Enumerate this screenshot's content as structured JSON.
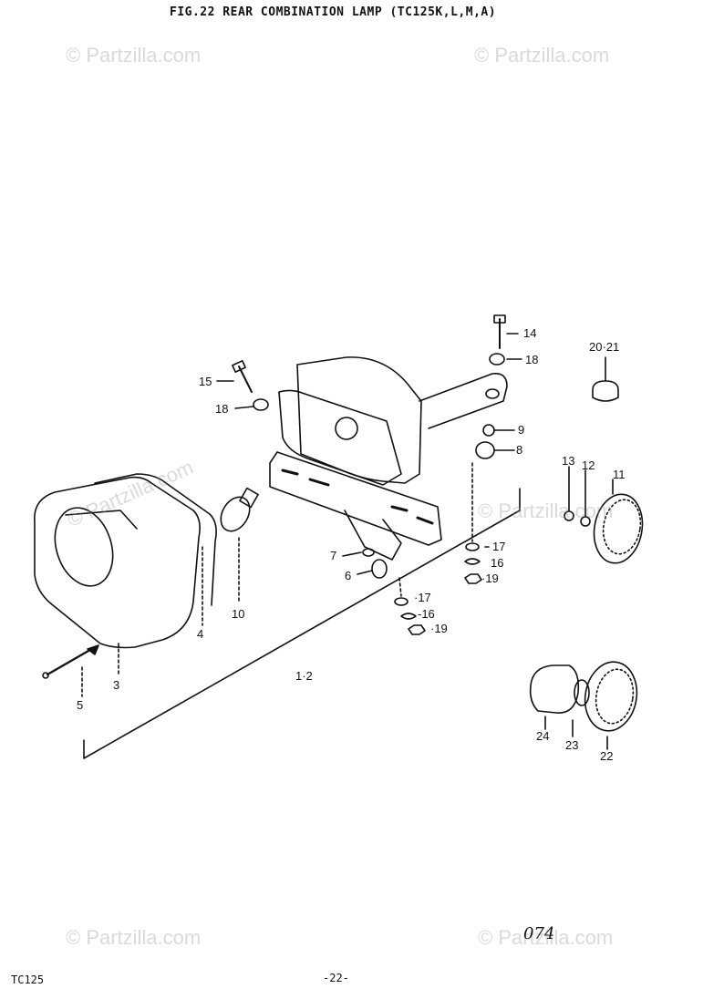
{
  "title": "FIG.22  REAR COMBINATION LAMP (TC125K,L,M,A)",
  "footer": {
    "model": "TC125",
    "page": "-22-",
    "code": "074"
  },
  "watermark": "© Partzilla.com",
  "callouts": [
    "14",
    "18",
    "20·21",
    "15",
    "18",
    "9",
    "8",
    "13",
    "12",
    "11",
    "10",
    "4",
    "3",
    "5",
    "7",
    "6",
    "17",
    "16",
    "·19",
    "·17",
    "-16",
    "·19",
    "1·2",
    "24",
    "23",
    "22"
  ]
}
